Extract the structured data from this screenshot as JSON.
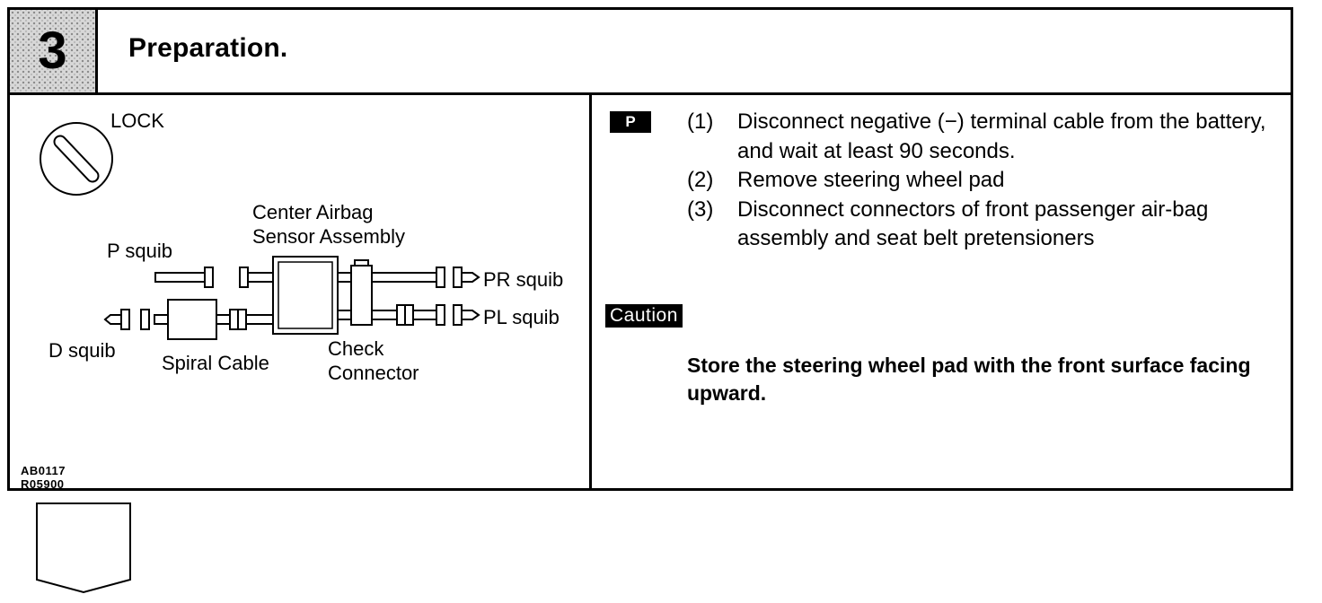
{
  "header": {
    "step_number": "3",
    "title": "Preparation."
  },
  "figure": {
    "lock_label": "LOCK",
    "center_sensor_label": [
      "Center Airbag",
      "Sensor Assembly"
    ],
    "p_squib": "P squib",
    "d_squib": "D squib",
    "pr_squib": "PR squib",
    "pl_squib": "PL squib",
    "spiral_cable": "Spiral Cable",
    "check_connector": [
      "Check",
      "Connector"
    ],
    "code_line1": "AB0117",
    "code_line2": "R05900"
  },
  "procedure": {
    "tag": "P",
    "steps": [
      {
        "num": "(1)",
        "text": "Disconnect negative (−) terminal cable from the battery, and wait at least 90 seconds."
      },
      {
        "num": "(2)",
        "text": "Remove steering wheel pad"
      },
      {
        "num": "(3)",
        "text": "Disconnect connectors of front passenger air-bag assembly and seat belt pretensioners"
      }
    ]
  },
  "caution": {
    "tag": "Caution",
    "text": "Store the steering wheel pad with the front surface facing upward."
  }
}
